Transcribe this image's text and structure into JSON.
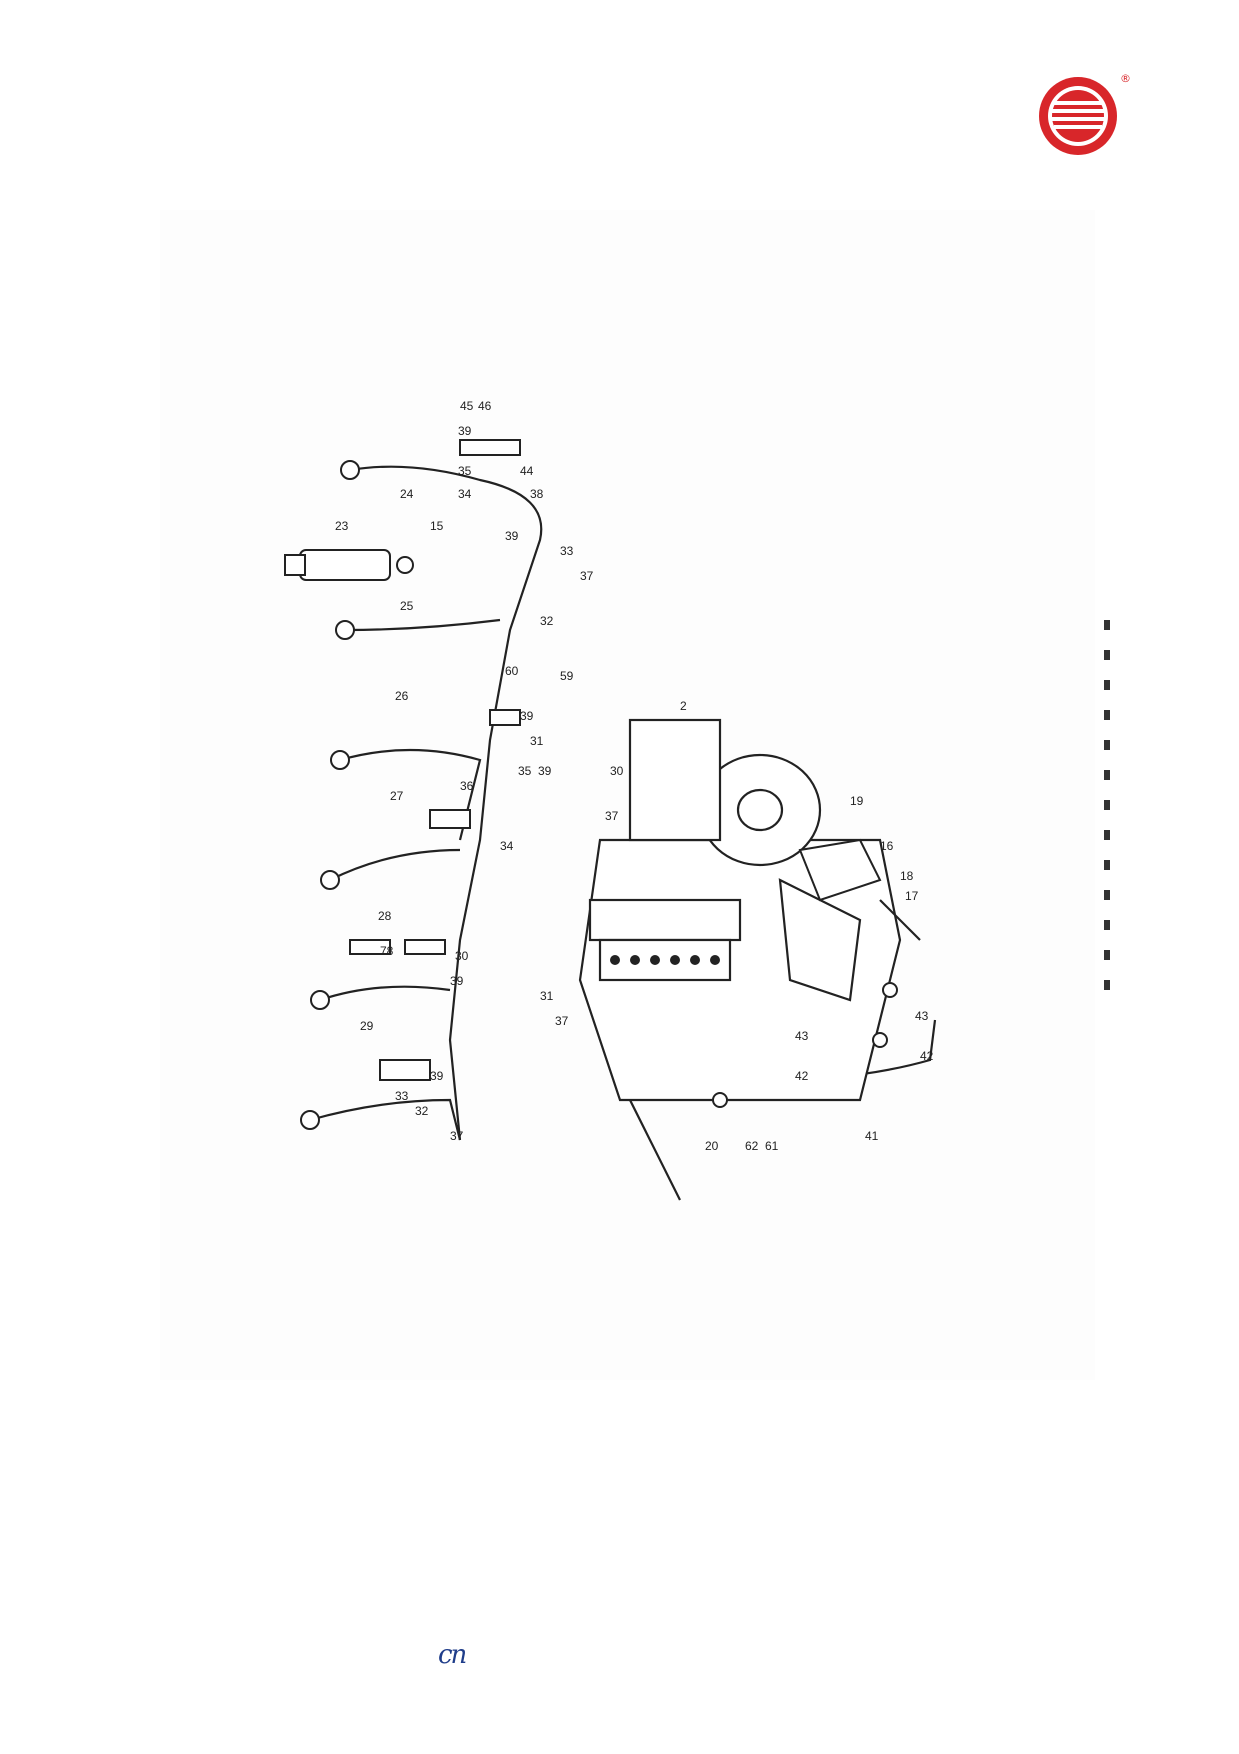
{
  "brand": {
    "logo": "red-circle-stripes-logo",
    "registered": "®",
    "color": "#d8262a"
  },
  "footer": {
    "mark": "cn"
  },
  "diagram": {
    "part_numbers": [
      "45",
      "46",
      "39",
      "35",
      "44",
      "34",
      "38",
      "24",
      "23",
      "15",
      "39",
      "33",
      "37",
      "25",
      "32",
      "60",
      "59",
      "26",
      "39",
      "31",
      "2",
      "36",
      "35",
      "39",
      "30",
      "27",
      "37",
      "34",
      "19",
      "16",
      "18",
      "17",
      "28",
      "78",
      "30",
      "39",
      "31",
      "37",
      "29",
      "43",
      "42",
      "42",
      "43",
      "39",
      "33",
      "32",
      "37",
      "20",
      "62",
      "61",
      "41"
    ]
  }
}
